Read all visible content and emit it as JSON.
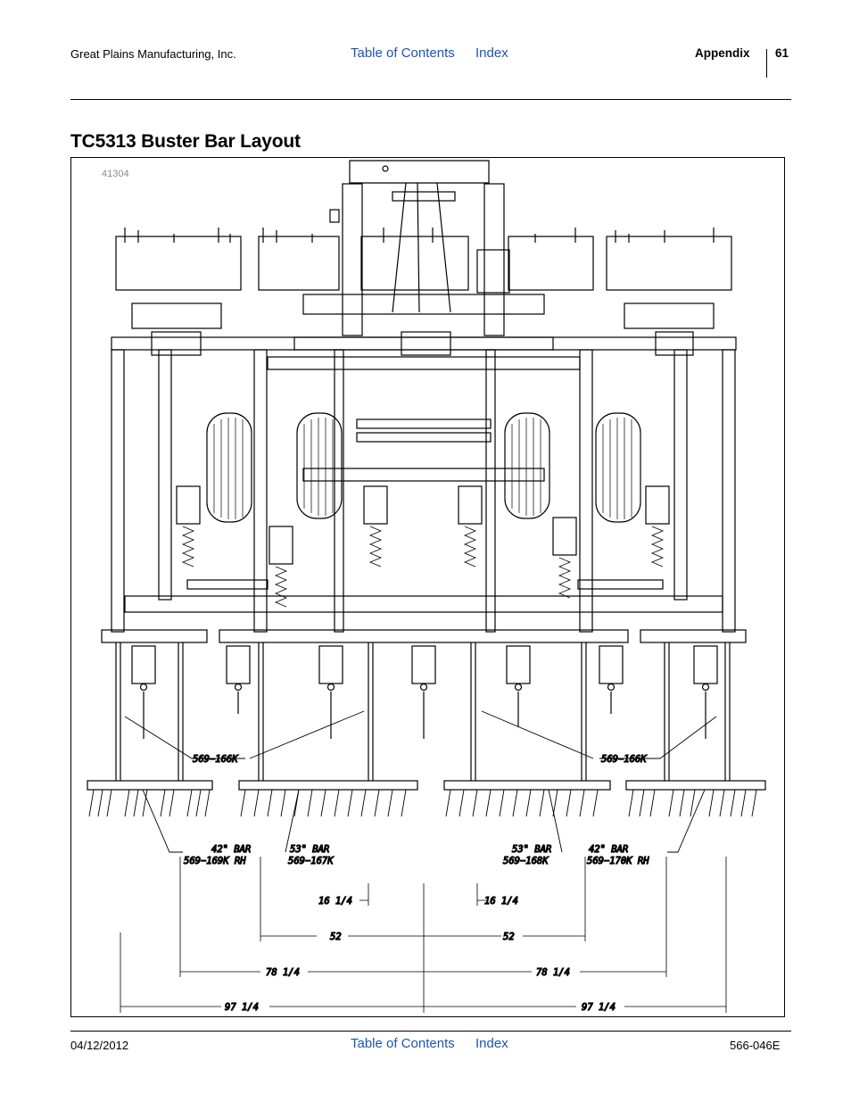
{
  "header": {
    "company": "Great Plains Manufacturing, Inc.",
    "toc_link": "Table of Contents",
    "index_link": "Index",
    "section": "Appendix",
    "page_number": "61"
  },
  "page_title": "TC5313 Buster Bar Layout",
  "figure": {
    "id": "41304",
    "callouts": {
      "left_part": "569−166K",
      "right_part": "569−166K"
    },
    "bars": [
      {
        "size": "42\" BAR",
        "part": "569−169K RH"
      },
      {
        "size": "53\" BAR",
        "part": "569−167K"
      },
      {
        "size": "53\" BAR",
        "part": "569−168K"
      },
      {
        "size": "42\" BAR",
        "part": "569−170K RH"
      }
    ],
    "dimensions": {
      "d16_left": "16 1/4",
      "d16_right": "16 1/4",
      "d52_left": "52",
      "d52_right": "52",
      "d78_left": "78 1/4",
      "d78_right": "78 1/4",
      "d97_left": "97 1/4",
      "d97_right": "97 1/4"
    }
  },
  "footer": {
    "date": "04/12/2012",
    "toc_link": "Table of Contents",
    "index_link": "Index",
    "doc_number": "566-046E"
  }
}
